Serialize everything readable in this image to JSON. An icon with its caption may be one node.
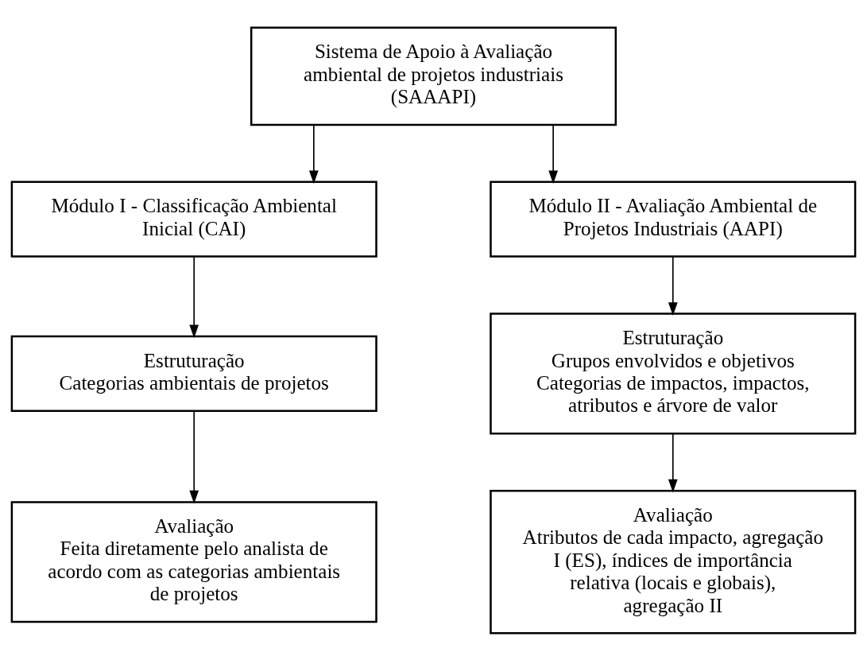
{
  "diagram": {
    "nodes": [
      {
        "text": [
          "Sistema de Apoio à Avaliação ambiental de projetos industriais (SAAAPI)"
        ]
      },
      {
        "text": [
          "Módulo I - Classificação Ambiental Inicial (CAI)"
        ]
      },
      {
        "text": [
          "Módulo II - Avaliação Ambiental de Projetos Industriais (AAPI)"
        ]
      },
      {
        "text": [
          "Estruturação",
          "Categorias ambientais de projetos"
        ]
      },
      {
        "text": [
          "Avaliação",
          "Feita diretamente pelo analista de acordo com as categorias ambientais de projetos"
        ]
      },
      {
        "text": [
          "Estruturação",
          "Grupos envolvidos e objetivos",
          "Categorias de impactos, impactos, atributos e árvore de valor"
        ]
      },
      {
        "text": [
          "Avaliação",
          "Atributos de cada impacto, agregação I (ES), índices de importância relativa (locais e globais), agregação II"
        ]
      }
    ],
    "edges": [
      {
        "from": 0,
        "to": 1,
        "arrow": "to"
      },
      {
        "from": 0,
        "to": 2,
        "arrow": "to"
      },
      {
        "from": 1,
        "to": 3,
        "arrow": "to"
      },
      {
        "from": 3,
        "to": 4,
        "arrow": "to"
      },
      {
        "from": 2,
        "to": 5,
        "arrow": "to"
      },
      {
        "from": 5,
        "to": 6,
        "arrow": "to"
      }
    ]
  }
}
